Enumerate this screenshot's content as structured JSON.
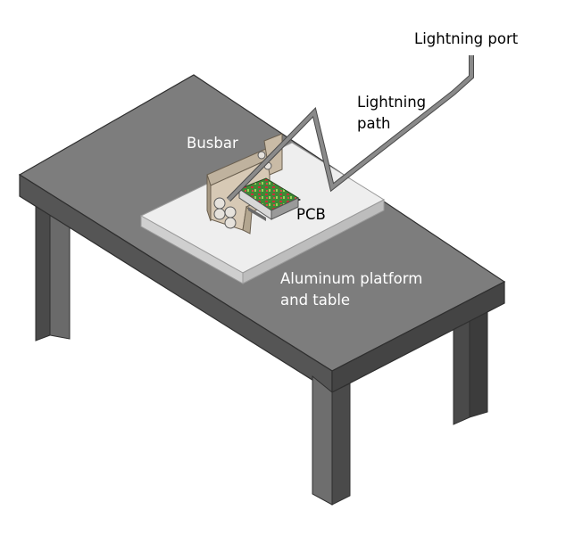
{
  "labels": {
    "lightning_port": "Lightning port",
    "lightning_path_line1": "Lightning",
    "lightning_path_line2": "path",
    "busbar": "Busbar",
    "pcb": "PCB",
    "platform_line1": "Aluminum platform",
    "platform_line2": "and table"
  },
  "colors": {
    "table_top": "#7d7d7d",
    "table_side_front": "#545454",
    "table_side_right": "#3f3f3f",
    "leg_front": "#6e6e6e",
    "leg_side": "#4a4a4a",
    "platform_top": "#eeeeee",
    "platform_edge": "#c8c8c8",
    "lightning_path": "#7a7a7a",
    "busbar": "#d7c9b5",
    "pcb_board": "#4a8a3a",
    "pcb_traces": "#c8303a"
  }
}
